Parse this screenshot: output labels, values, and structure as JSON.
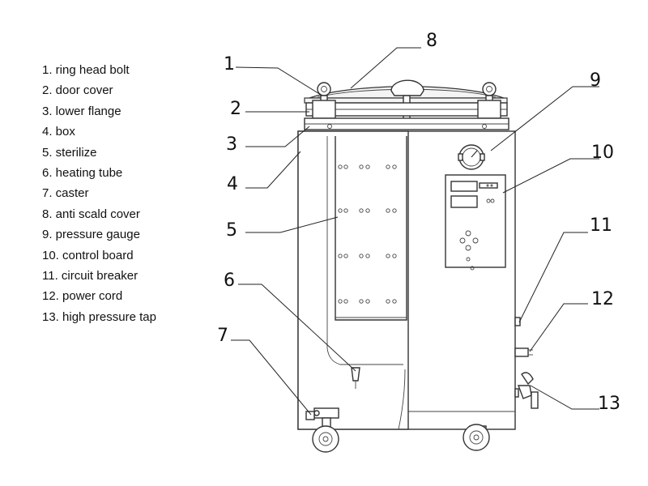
{
  "legend": [
    "1. ring head bolt",
    "2. door cover",
    "3. lower flange",
    "4. box",
    "5. sterilize",
    "6. heating tube",
    "7. caster",
    "8. anti scald cover",
    "9. pressure gauge",
    "10. control board",
    "11. circuit breaker",
    "12. power cord",
    "13. high pressure tap"
  ],
  "callouts": [
    "1",
    "2",
    "3",
    "4",
    "5",
    "6",
    "7",
    "8",
    "9",
    "10",
    "11",
    "12",
    "13"
  ]
}
